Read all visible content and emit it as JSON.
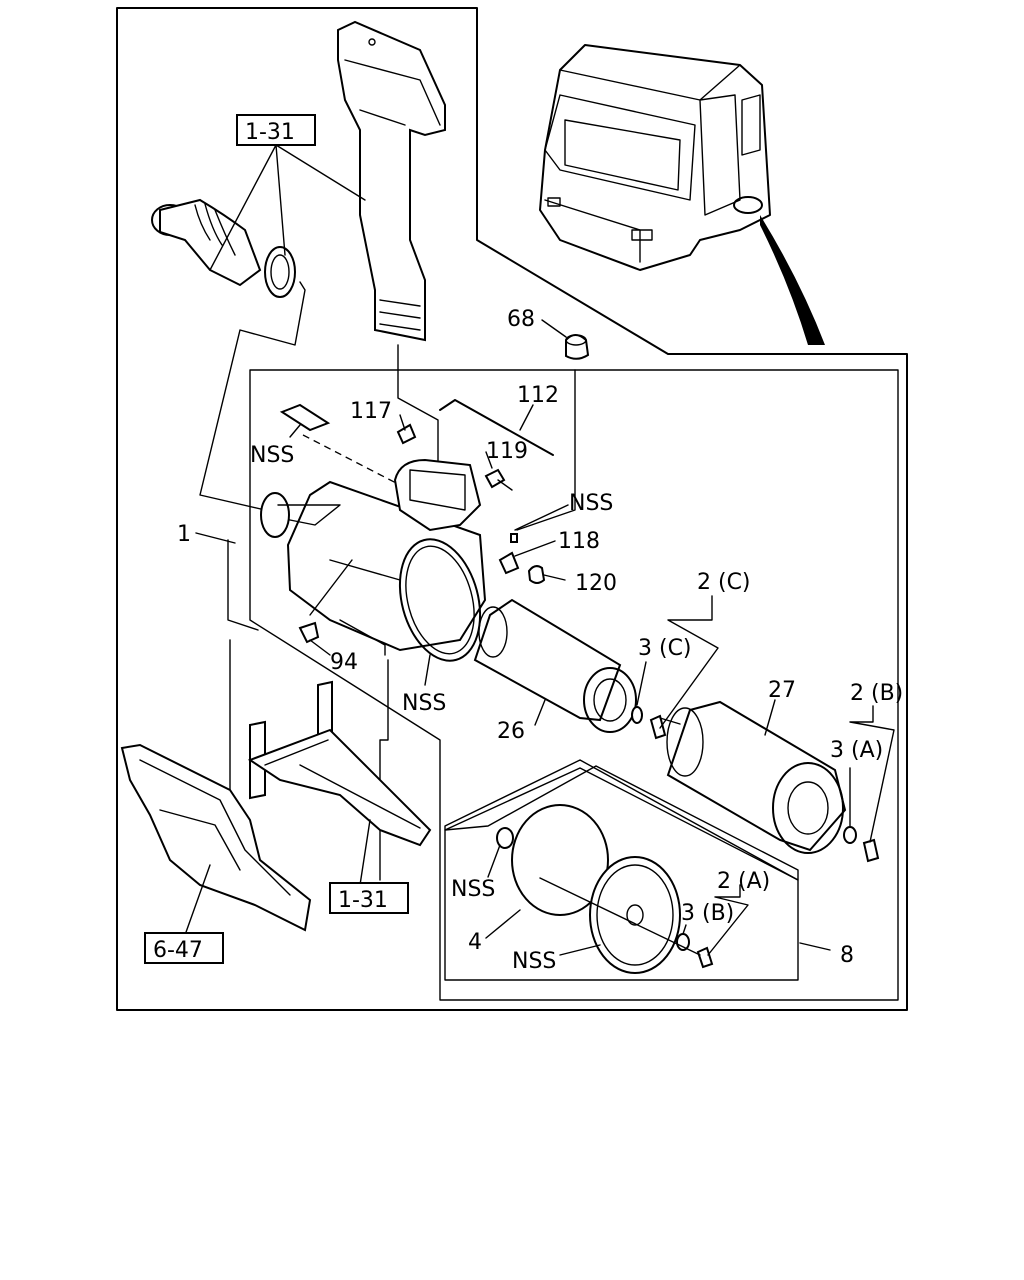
{
  "labels": {
    "ref_1_31_top": "1-31",
    "ref_1_31_bottom": "1-31",
    "ref_6_47": "6-47",
    "p1": "1",
    "p2a": "2 (A)",
    "p2b": "2 (B)",
    "p2c": "2 (C)",
    "p3a": "3 (A)",
    "p3b": "3 (B)",
    "p3c": "3 (C)",
    "p4": "4",
    "p8": "8",
    "p26": "26",
    "p27": "27",
    "p68": "68",
    "p94": "94",
    "p112": "112",
    "p117": "117",
    "p118": "118",
    "p119": "119",
    "p120": "120",
    "nss_top_left": "NSS",
    "nss_right": "NSS",
    "nss_bottom": "NSS",
    "nss_kit_washer": "NSS",
    "nss_kit_cover": "NSS"
  }
}
